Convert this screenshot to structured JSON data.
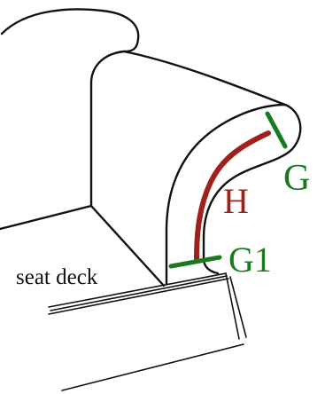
{
  "labels": {
    "seat_deck": "seat deck",
    "h": "H",
    "g": "G",
    "g1": "G1"
  },
  "colors": {
    "outline": "#111111",
    "h_line": "#a0201c",
    "g_line": "#1a7a1f",
    "label_black": "#111111"
  }
}
